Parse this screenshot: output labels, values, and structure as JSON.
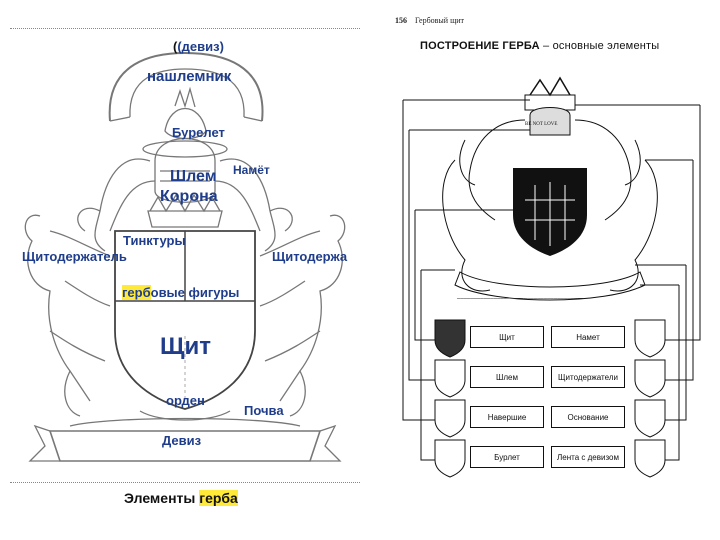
{
  "left_diagram": {
    "labels": {
      "deviz_top": "(девиз)",
      "nashlemnik": "нашлемник",
      "burelet": "Бурелет",
      "namet": "Намёт",
      "shlem": "Шлем",
      "korona": "Корона",
      "tinktury": "Тинктуры",
      "shchitoderzhatel_left": "Щитодержатель",
      "shchitoderzhatel_right": "Щитодержа",
      "gerb_prefix": "герб",
      "gerb_suffix": "овые фигуры",
      "shchit": "Щит",
      "orden": "орден",
      "pochva": "Почва",
      "deviz_bottom": "Девиз"
    },
    "caption_prefix": "Элементы ",
    "caption_highlight": "герба"
  },
  "right_diagram": {
    "page_number": "156",
    "page_header": "Гербовый щит",
    "title": "ПОСТРОЕНИЕ ГЕРБА",
    "subtitle": " – основные элементы",
    "motto_ribbon": "BE NOT LOVE",
    "elements": [
      "Щит",
      "Намет",
      "Шлем",
      "Щитодержатели",
      "Навершие",
      "Основание",
      "Бурлет",
      "Лента с девизом"
    ]
  }
}
